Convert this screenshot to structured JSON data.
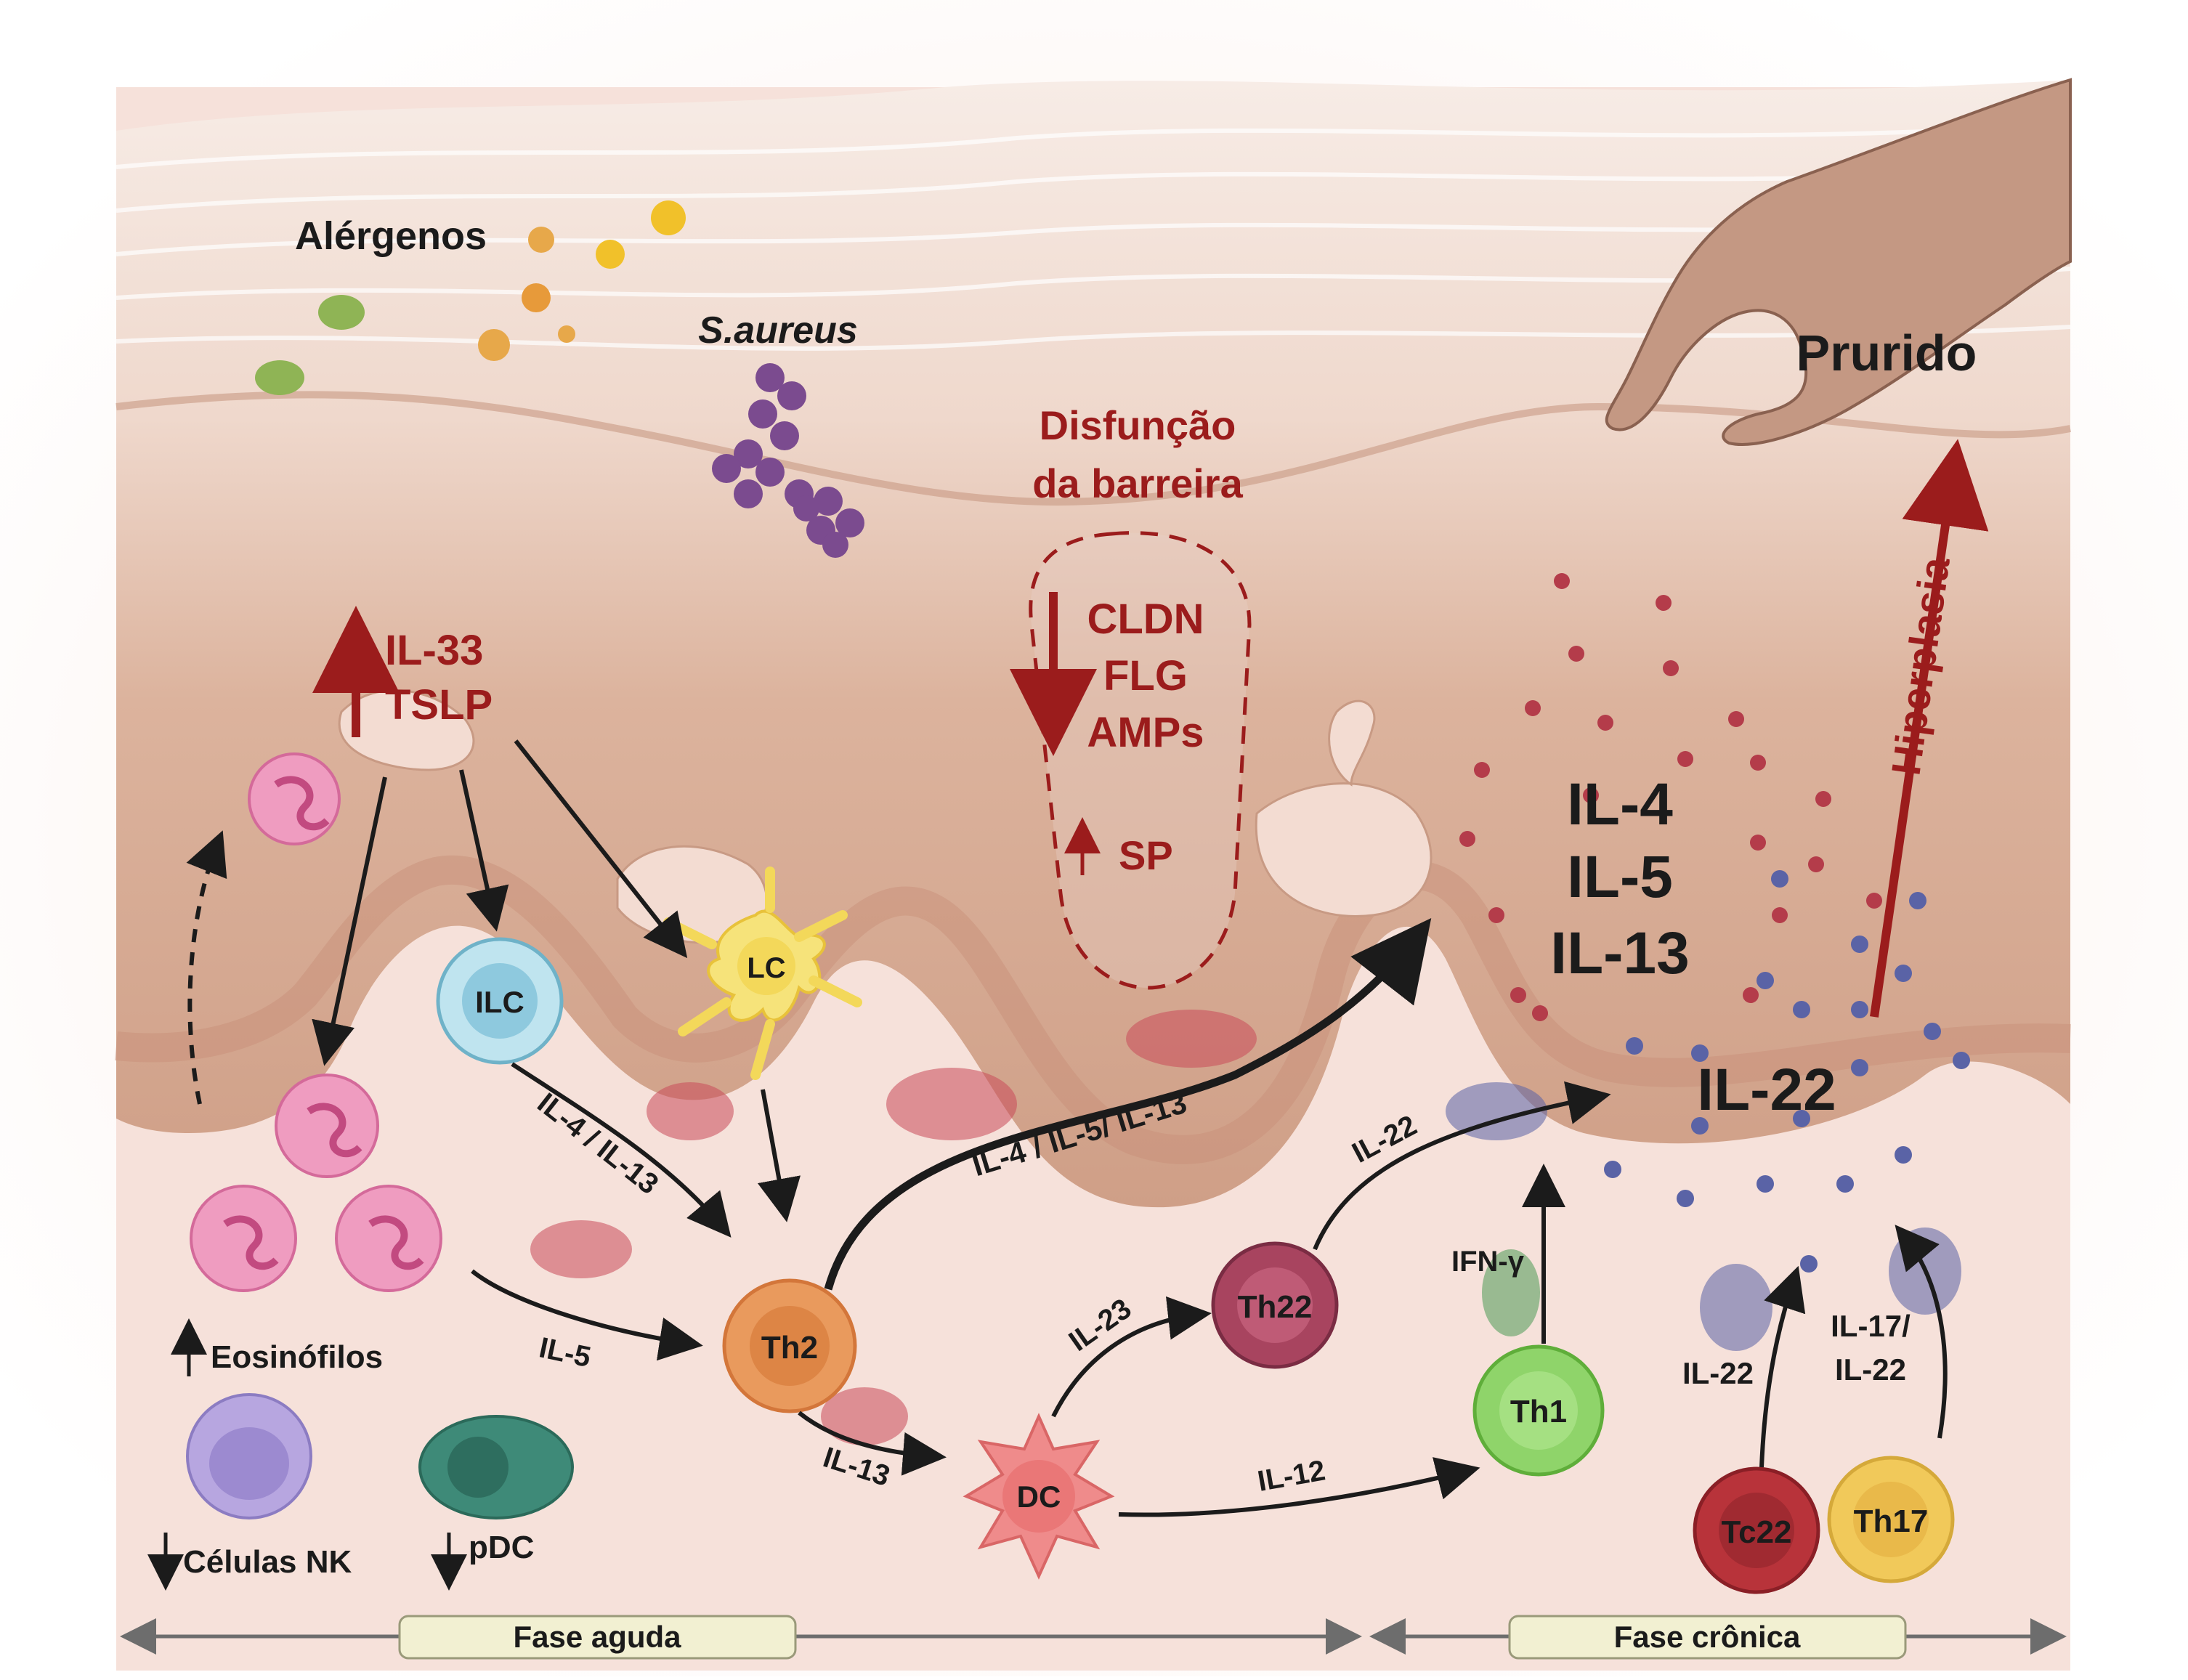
{
  "labels": {
    "allergens": "Alérgenos",
    "bacteria": "S.aureus",
    "barrier_line1": "Disfunção",
    "barrier_line2": "da barreira",
    "itch": "Prurido",
    "il33": "IL-33",
    "tslp": "TSLP",
    "cldn": "CLDN",
    "flg": "FLG",
    "amps": "AMPs",
    "sp": "SP",
    "il4_big": "IL-4",
    "il5_big": "IL-5",
    "il13_big": "IL-13",
    "il22_big": "IL-22",
    "hyperplasia": "Hiperplasia",
    "eosinophils": "Eosinófilos",
    "nk_cells": "Células NK",
    "pdc": "pDC",
    "il4_il13": "IL-4 / IL-13",
    "il5": "IL-5",
    "il4_il5_il13": "IL-4 / IL-5/ IL-13",
    "il13": "IL-13",
    "il23": "IL-23",
    "il12": "IL-12",
    "il22_th22": "IL-22",
    "ifn_gamma": "IFN-γ",
    "il22_tc22": "IL-22",
    "il17_il22_line1": "IL-17/",
    "il17_il22_line2": "IL-22"
  },
  "cells": {
    "ilc": "ILC",
    "lc": "LC",
    "th2": "Th2",
    "dc": "DC",
    "th22": "Th22",
    "th1": "Th1",
    "tc22": "Tc22",
    "th17": "Th17"
  },
  "phases": {
    "acute": "Fase aguda",
    "chronic": "Fase crônica"
  },
  "colors": {
    "dark_red": "#9b1c1c",
    "skin_top": "#efd8cc",
    "skin_mid": "#d8ae96",
    "dermis": "#f5ddd6",
    "ilc": "#8ec9de",
    "lc": "#f3d85a",
    "th2": "#e99a5d",
    "dc": "#ef8b8b",
    "th22": "#a8445f",
    "th1": "#8fd46a",
    "tc22": "#b8333a",
    "th17": "#f1c95a",
    "nk": "#b7a6e0",
    "pdc": "#3e8a78",
    "eosinophil": "#ef9cc0",
    "il22_dots": "#5a63a6",
    "il4_dots": "#b43c4a"
  }
}
